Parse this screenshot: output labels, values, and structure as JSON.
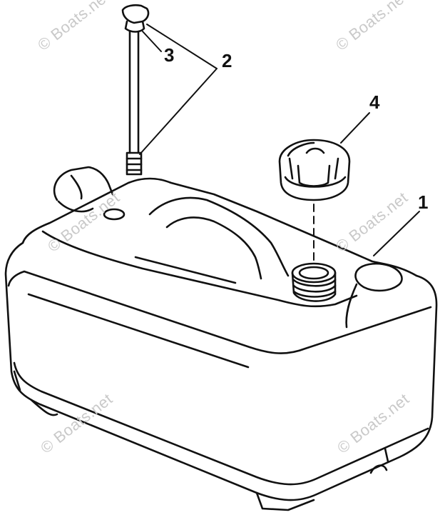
{
  "diagram": {
    "callouts": [
      "1",
      "2",
      "3",
      "4"
    ],
    "watermark": "© Boats.net",
    "line_color": "#111111",
    "watermark_color": "#c9c9c9"
  }
}
